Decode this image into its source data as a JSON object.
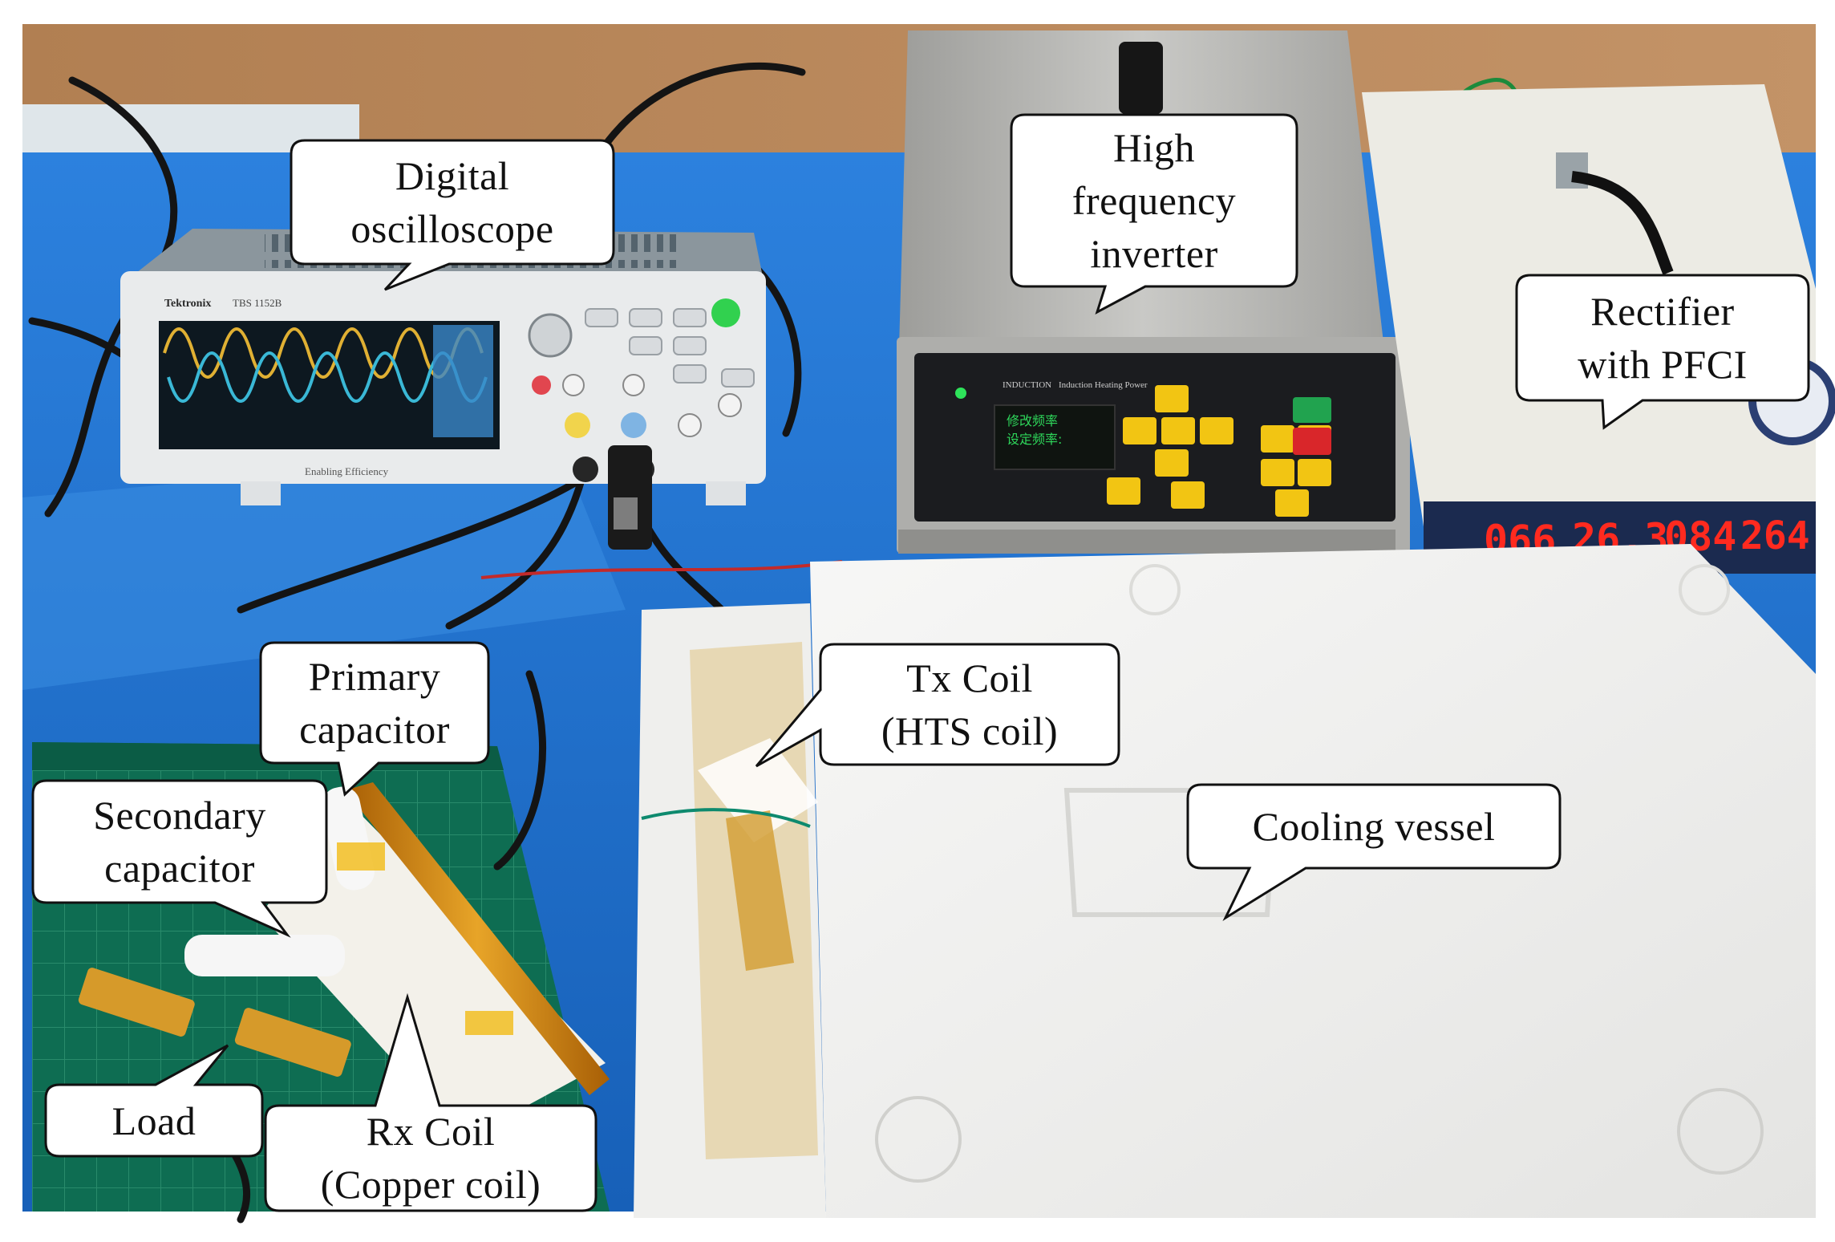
{
  "callouts": {
    "digital_oscilloscope": {
      "lines": [
        "Digital",
        "oscilloscope"
      ]
    },
    "high_frequency_inverter": {
      "lines": [
        "High",
        "frequency",
        "inverter"
      ]
    },
    "rectifier": {
      "lines": [
        "Rectifier",
        "with PFCI"
      ]
    },
    "primary_capacitor": {
      "lines": [
        "Primary",
        "capacitor"
      ]
    },
    "tx_coil": {
      "lines": [
        "Tx Coil",
        "(HTS coil)"
      ]
    },
    "secondary_capacitor": {
      "lines": [
        "Secondary",
        "capacitor"
      ]
    },
    "cooling_vessel": {
      "lines": [
        "Cooling vessel"
      ]
    },
    "load": {
      "lines": [
        "Load"
      ]
    },
    "rx_coil": {
      "lines": [
        "Rx Coil",
        "(Copper coil)"
      ]
    }
  },
  "devices": {
    "oscilloscope_brand": "Tektronix",
    "oscilloscope_model": "TBS 1152B",
    "oscilloscope_slogan": "Enabling Efficiency",
    "inverter_brand": "INDUCTION",
    "inverter_product": "Induction Heating Power",
    "rectifier_readouts": [
      "066",
      "26.3",
      "084",
      "264"
    ]
  },
  "colors": {
    "wall": "#b98a5c",
    "bench": "#1f73d0",
    "mat": "#0c6a4f",
    "foam": "#f1f1f0",
    "steel": "#b7b7b4",
    "panel": "#1b1c1f",
    "key_yellow": "#f2c513",
    "key_red": "#d9262a",
    "key_green": "#21a34f",
    "led_red": "#ff2a1f",
    "kapton": "#d08a0f"
  }
}
